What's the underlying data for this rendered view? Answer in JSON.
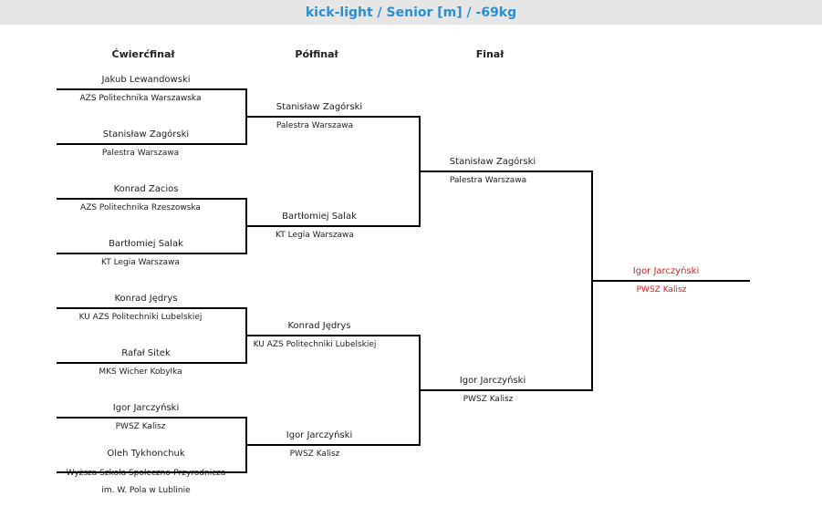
{
  "title": "kick-light / Senior [m] / -69kg",
  "rounds": {
    "quarterfinal": "Ćwierćfinał",
    "semifinal": "Półfinał",
    "final": "Finał"
  },
  "quarterfinals": [
    {
      "name": "Jakub Lewandowski",
      "club": "AZS Politechnika Warszawska"
    },
    {
      "name": "Stanisław Zagórski",
      "club": "Palestra Warszawa"
    },
    {
      "name": "Konrad Zacios",
      "club": "AZS Politechnika Rzeszowska"
    },
    {
      "name": "Bartłomiej Salak",
      "club": "KT Legia Warszawa"
    },
    {
      "name": "Konrad Jędrys",
      "club": "KU AZS Politechniki Lubelskiej"
    },
    {
      "name": "Rafał Sitek",
      "club": "MKS Wicher Kobyłka"
    },
    {
      "name": "Igor Jarczyński",
      "club": "PWSZ Kalisz"
    },
    {
      "name": "Oleh Tykhonchuk",
      "club": "Wyższa Szkoła Społeczno-Przyrodnicza",
      "club2": "im. W. Pola w Lublinie"
    }
  ],
  "semifinals": [
    {
      "name": "Stanisław Zagórski",
      "club": "Palestra Warszawa"
    },
    {
      "name": "Bartłomiej Salak",
      "club": "KT Legia Warszawa"
    },
    {
      "name": "Konrad Jędrys",
      "club": "KU AZS Politechniki Lubelskiej"
    },
    {
      "name": "Igor Jarczyński",
      "club": "PWSZ Kalisz"
    }
  ],
  "finals": [
    {
      "name": "Stanisław Zagórski",
      "club": "Palestra Warszawa"
    },
    {
      "name": "Igor Jarczyński",
      "club": "PWSZ Kalisz"
    }
  ],
  "champion": {
    "name": "Igor Jarczyński",
    "club": "PWSZ Kalisz"
  },
  "colors": {
    "title": "#2a8fd0",
    "champion": "#cc2222",
    "header_bg": "#e6e6e6"
  }
}
